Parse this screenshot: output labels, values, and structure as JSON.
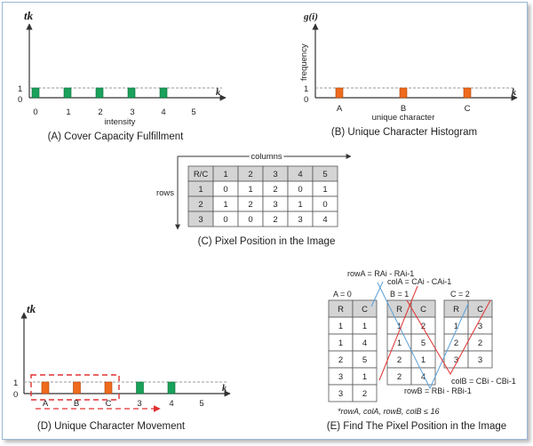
{
  "colors": {
    "green": "#1aa15a",
    "orange": "#ef6b1e",
    "red": "#e03030",
    "blue": "#5aa0d8",
    "header_gray": "#d4d4d4"
  },
  "panels": {
    "a": {
      "caption": "(A) Cover Capacity Fulfillment",
      "y_label": "tk",
      "x_symbol": "k",
      "x_label": "intensity",
      "x_ticks": [
        "0",
        "1",
        "2",
        "3",
        "4",
        "5"
      ],
      "y_ticks": [
        "0",
        "1"
      ],
      "bar_positions": [
        0,
        1,
        2,
        3,
        4
      ],
      "bar_values": [
        1,
        1,
        1,
        1,
        1
      ],
      "bar_color": "green"
    },
    "b": {
      "caption": "(B) Unique Character Histogram",
      "y_label": "g(i)",
      "y_axis_title": "frequency",
      "x_symbol": "k",
      "x_label": "unique character",
      "x_ticks": [
        "A",
        "B",
        "C"
      ],
      "y_ticks": [
        "0",
        "1"
      ],
      "bar_values": [
        1,
        1,
        1
      ],
      "bar_color": "orange"
    },
    "c": {
      "caption": "(C) Pixel Position in the Image",
      "columns_label": "columns",
      "rows_label": "rows",
      "table": {
        "header": [
          "R/C",
          "1",
          "2",
          "3",
          "4",
          "5"
        ],
        "rows": [
          [
            "1",
            "0",
            "1",
            "2",
            "0",
            "1"
          ],
          [
            "2",
            "1",
            "2",
            "3",
            "1",
            "0"
          ],
          [
            "3",
            "0",
            "0",
            "2",
            "3",
            "4"
          ]
        ]
      }
    },
    "d": {
      "caption": "(D) Unique Character Movement",
      "y_label": "tk",
      "x_symbol": "k",
      "x_ticks": [
        "A",
        "B",
        "C",
        "3",
        "4",
        "5"
      ],
      "y_ticks": [
        "0",
        "1"
      ],
      "bars": [
        {
          "pos": 0,
          "value": 1,
          "color": "orange"
        },
        {
          "pos": 1,
          "value": 1,
          "color": "orange"
        },
        {
          "pos": 2,
          "value": 1,
          "color": "orange"
        },
        {
          "pos": 3,
          "value": 1,
          "color": "green"
        },
        {
          "pos": 4,
          "value": 1,
          "color": "green"
        }
      ]
    },
    "e": {
      "caption": "(E) Find The Pixel Position in the Image",
      "formula_rowA": "rowA = RAi - RAi-1",
      "formula_colA": "colA = CAi - CAi-1",
      "formula_colB": "colB = CBi - CBi-1",
      "formula_rowB": "rowB = RBi - RBi-1",
      "footnote": "*rowA, colA, rowB, colB ≤ 16",
      "tables": [
        {
          "label": "A = 0",
          "header": [
            "R",
            "C"
          ],
          "rows": [
            [
              "1",
              "1"
            ],
            [
              "1",
              "4"
            ],
            [
              "2",
              "5"
            ],
            [
              "3",
              "1"
            ],
            [
              "3",
              "2"
            ]
          ]
        },
        {
          "label": "B = 1",
          "header": [
            "R",
            "C"
          ],
          "rows": [
            [
              "1",
              "2"
            ],
            [
              "1",
              "5"
            ],
            [
              "2",
              "1"
            ],
            [
              "2",
              "4"
            ]
          ]
        },
        {
          "label": "C = 2",
          "header": [
            "R",
            "C"
          ],
          "rows": [
            [
              "1",
              "3"
            ],
            [
              "2",
              "2"
            ],
            [
              "3",
              "3"
            ]
          ]
        }
      ]
    }
  }
}
